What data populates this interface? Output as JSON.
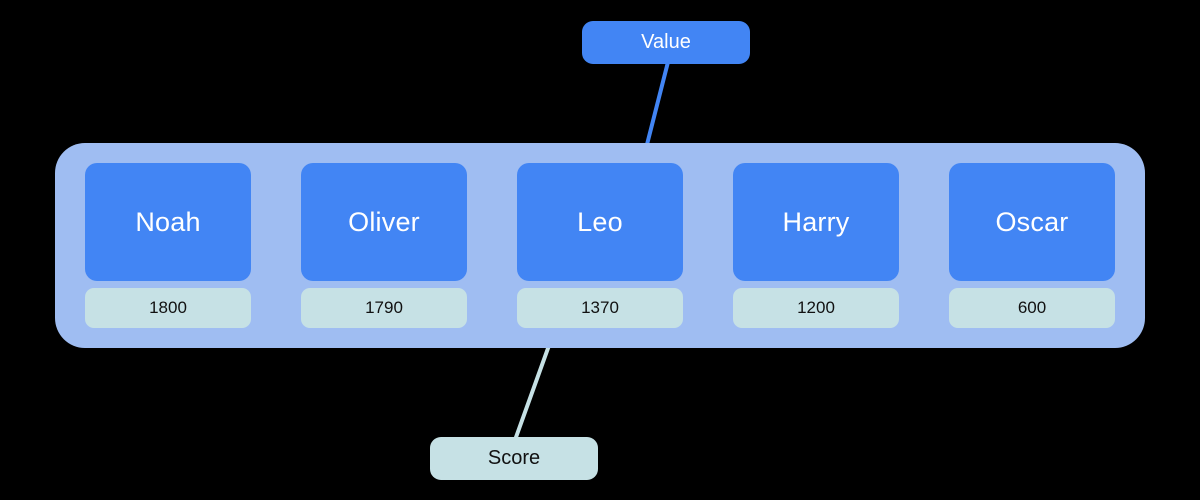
{
  "diagram": {
    "type": "labelled-bar-chart-annotation",
    "background_color": "#000000",
    "container": {
      "name": "chart-container",
      "background_color": "#9FBDF2"
    },
    "colors": {
      "card_blue": "#4285F4",
      "value_teal": "#C6E1E5",
      "container_blue": "#9FBDF2",
      "card_text": "#FFFFFF",
      "value_text": "#111111"
    },
    "items": [
      {
        "name": "Noah",
        "value": "1800"
      },
      {
        "name": "Oliver",
        "value": "1790"
      },
      {
        "name": "Leo",
        "value": "1370"
      },
      {
        "name": "Harry",
        "value": "1200"
      },
      {
        "name": "Oscar",
        "value": "600"
      }
    ],
    "callouts": [
      {
        "id": "value",
        "label": "Value",
        "background_color": "#4285F4",
        "text_color": "#FFFFFF",
        "points_to": "Leo",
        "connector_color": "#4285F4"
      },
      {
        "id": "score",
        "label": "Score",
        "background_color": "#C6E1E5",
        "text_color": "#111111",
        "points_to": "1370",
        "connector_color": "#C6E1E5"
      }
    ]
  },
  "chart_data": {
    "type": "bar",
    "title": "",
    "xlabel": "",
    "ylabel": "",
    "categories": [
      "Noah",
      "Oliver",
      "Leo",
      "Harry",
      "Oscar"
    ],
    "values": [
      1800,
      1790,
      1370,
      1200,
      600
    ],
    "value_labels": [
      "1800",
      "1790",
      "1370",
      "1200",
      "600"
    ],
    "legend": [],
    "annotations": [
      "Value",
      "Score"
    ],
    "grid": false
  }
}
